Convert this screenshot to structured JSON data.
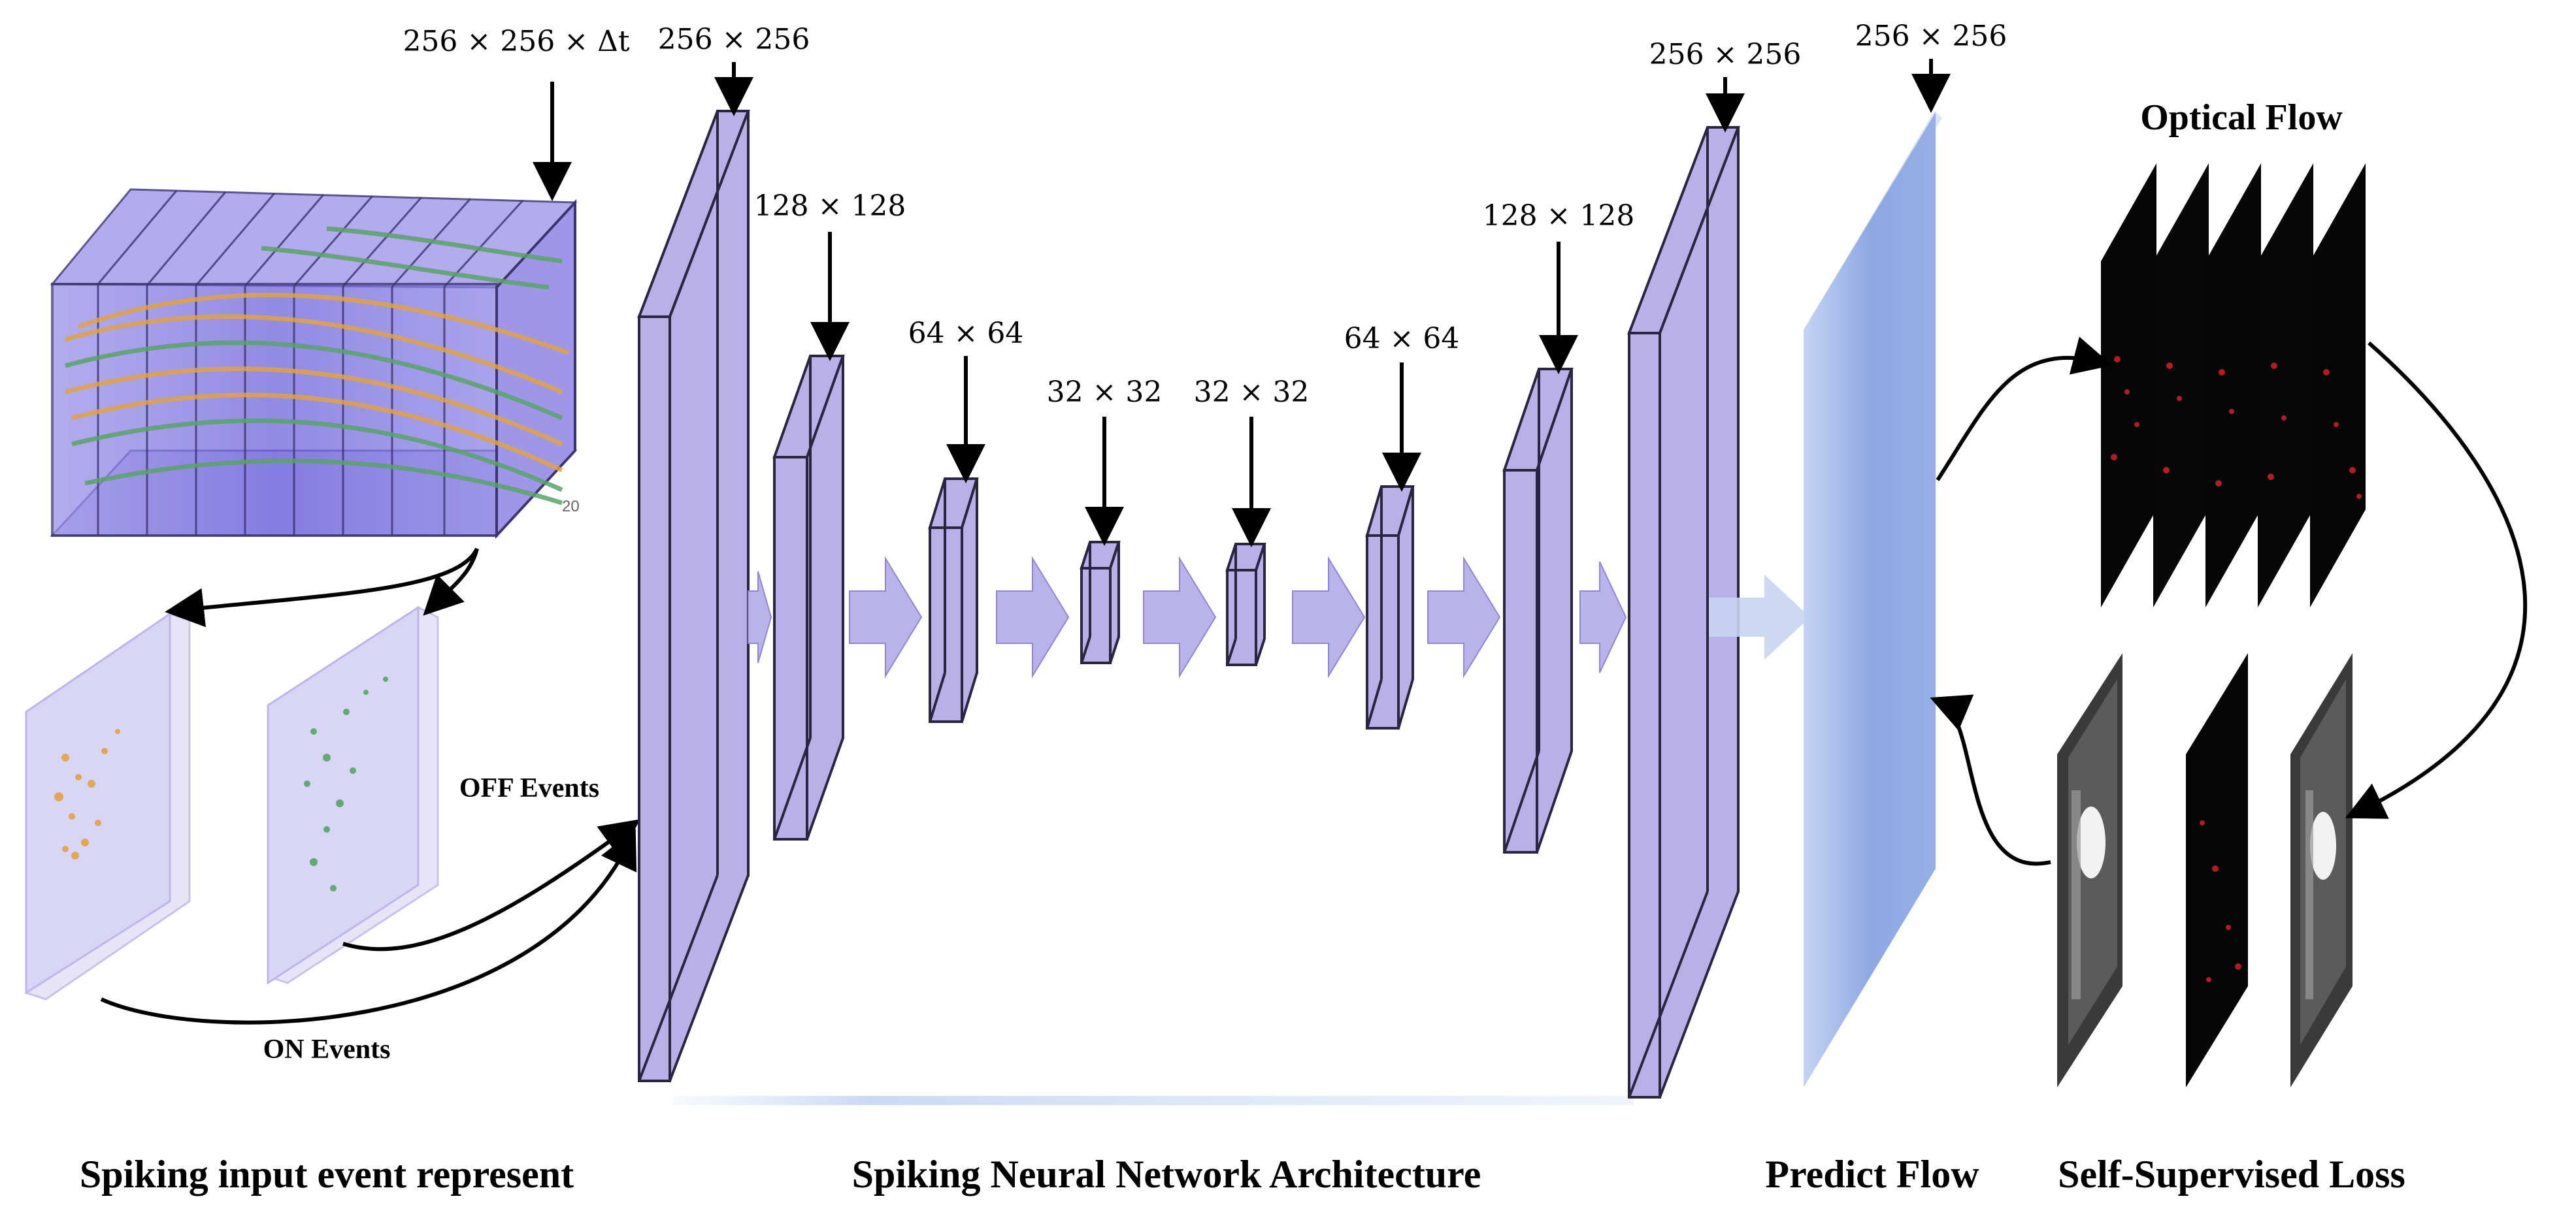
{
  "labels": {
    "input_size": "256 × 256 × Δt",
    "enc1_size": "256 × 256",
    "enc2_size": "128 × 128",
    "enc3_size": "64 × 64",
    "enc4_size": "32 × 32",
    "dec1_size": "32 × 32",
    "dec2_size": "64 × 64",
    "dec3_size": "128 × 128",
    "dec4_size": "256 × 256",
    "flow_size": "256 × 256",
    "optical_flow": "Optical Flow",
    "off_events": "OFF Events",
    "on_events": "ON Events",
    "axis_tick": "20"
  },
  "sections": {
    "input": "Spiking input event represent",
    "network": "Spiking Neural Network Architecture",
    "predict": "Predict Flow",
    "loss": "Self-Supervised Loss"
  },
  "colors": {
    "block_fill": "#b8b0e6",
    "block_stroke": "#2a2540",
    "arrow_fill": "#b9b3ea",
    "flow_plane": "#92ace3",
    "event_cube": "#7a6fe0",
    "on_events": "#e0a346",
    "off_events": "#5aa36a",
    "flow_vectors": "#d0202a"
  },
  "icons": {
    "event_volume": "3d-event-volume-icon",
    "flow_frames": "optical-flow-frame-icon",
    "grayscale_frames": "grayscale-frame-icon"
  }
}
